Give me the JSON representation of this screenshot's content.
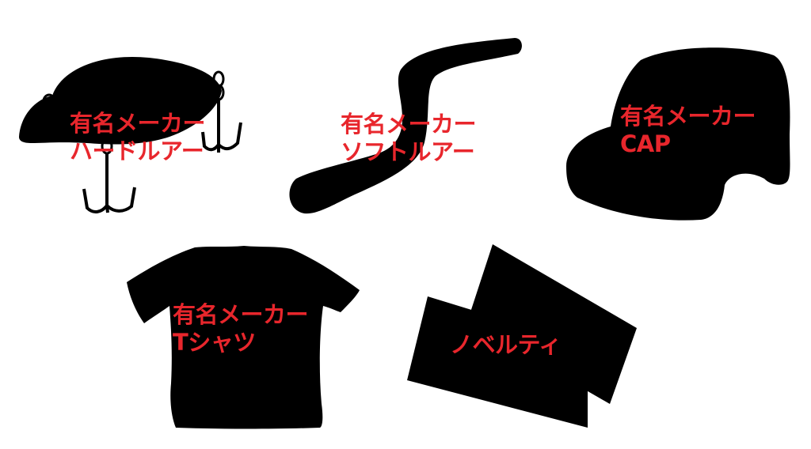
{
  "colors": {
    "silhouette": "#000000",
    "label": "#e8262c",
    "background": "#ffffff"
  },
  "items": [
    {
      "icon": "hard-lure-icon",
      "line1": "有名メーカー",
      "line2": "ハードルアー"
    },
    {
      "icon": "soft-lure-icon",
      "line1": "有名メーカー",
      "line2": "ソフトルアー"
    },
    {
      "icon": "cap-icon",
      "line1": "有名メーカー",
      "line2": "CAP"
    },
    {
      "icon": "t-shirt-icon",
      "line1": "有名メーカー",
      "line2": "Tシャツ"
    },
    {
      "icon": "novelty-towel-icon",
      "line1": "ノベルティ"
    }
  ]
}
